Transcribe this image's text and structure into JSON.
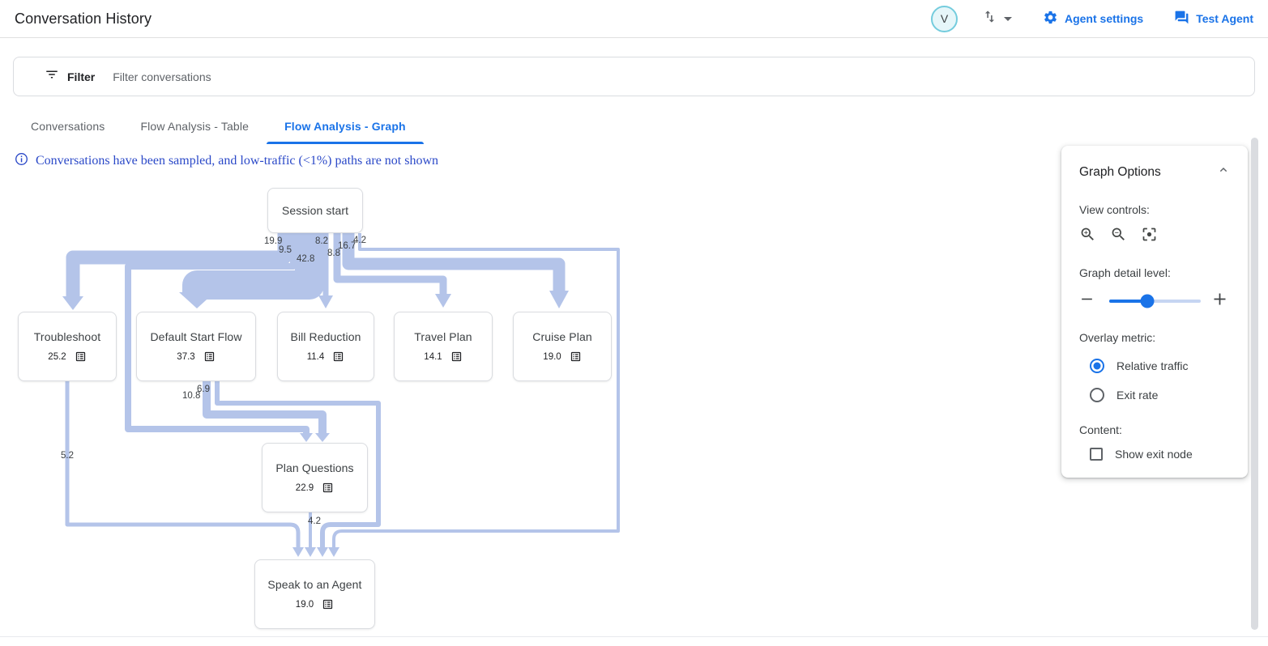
{
  "header": {
    "title": "Conversation History",
    "avatar_initial": "V",
    "agent_settings_label": "Agent settings",
    "test_agent_label": "Test Agent"
  },
  "filter_bar": {
    "label": "Filter",
    "placeholder": "Filter conversations"
  },
  "tabs": [
    {
      "label": "Conversations",
      "active": false
    },
    {
      "label": "Flow Analysis - Table",
      "active": false
    },
    {
      "label": "Flow Analysis - Graph",
      "active": true
    }
  ],
  "info_banner": {
    "text": "Conversations have been sampled, and low-traffic (<1%) paths are not shown"
  },
  "graph": {
    "nodes": [
      {
        "id": "session-start",
        "label": "Session start"
      },
      {
        "id": "troubleshoot",
        "label": "Troubleshoot",
        "value": "25.2"
      },
      {
        "id": "default-start-flow",
        "label": "Default Start Flow",
        "value": "37.3"
      },
      {
        "id": "bill-reduction",
        "label": "Bill Reduction",
        "value": "11.4"
      },
      {
        "id": "travel-plan",
        "label": "Travel Plan",
        "value": "14.1"
      },
      {
        "id": "cruise-plan",
        "label": "Cruise Plan",
        "value": "19.0"
      },
      {
        "id": "plan-questions",
        "label": "Plan Questions",
        "value": "22.9"
      },
      {
        "id": "speak-to-agent",
        "label": "Speak to an Agent",
        "value": "19.0"
      }
    ],
    "edges": [
      {
        "from": "Session start",
        "to": "Troubleshoot",
        "value": "19.9"
      },
      {
        "from": "Session start",
        "to": "Plan Questions",
        "value": "9.5"
      },
      {
        "from": "Session start",
        "to": "Default Start Flow",
        "value": "42.8"
      },
      {
        "from": "Session start",
        "to": "Bill Reduction",
        "value": "8.2"
      },
      {
        "from": "Session start",
        "to": "Travel Plan",
        "value": "8.8"
      },
      {
        "from": "Session start",
        "to": "Cruise Plan",
        "value": "16.7"
      },
      {
        "from": "Session start",
        "to": "Speak to an Agent",
        "value": "4.2"
      },
      {
        "from": "Default Start Flow",
        "to": "Plan Questions",
        "value": "10.8"
      },
      {
        "from": "Default Start Flow",
        "to": "Speak to an Agent",
        "value": "6.9"
      },
      {
        "from": "Troubleshoot",
        "to": "Speak to an Agent",
        "value": "5.2"
      },
      {
        "from": "Plan Questions",
        "to": "Speak to an Agent",
        "value": "4.2"
      }
    ]
  },
  "graph_options": {
    "title": "Graph Options",
    "view_controls_label": "View controls:",
    "view_controls": [
      "zoom-in",
      "zoom-out",
      "center-focus"
    ],
    "detail_label": "Graph detail level:",
    "detail_level_percent": 42,
    "overlay_label": "Overlay metric:",
    "overlay_options": [
      {
        "label": "Relative traffic",
        "selected": true
      },
      {
        "label": "Exit rate",
        "selected": false
      }
    ],
    "content_label": "Content:",
    "show_exit_node": {
      "label": "Show exit node",
      "checked": false
    }
  },
  "colors": {
    "accent": "#1a73e8",
    "flow_band": "#b4c4e9",
    "info_text": "#2b49c8",
    "node_border": "#dadce0",
    "text_primary": "#202124",
    "text_secondary": "#5f6368"
  }
}
